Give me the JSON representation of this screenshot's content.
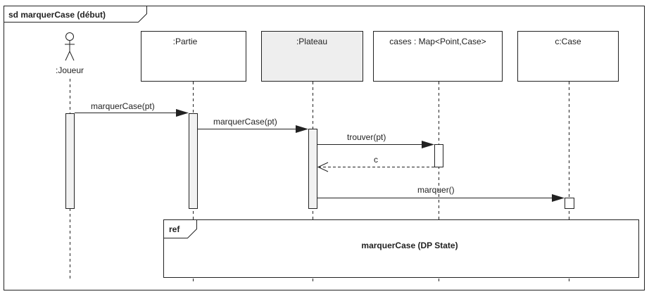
{
  "frame": {
    "title": "sd marquerCase (début)"
  },
  "actor": {
    "name": ":Joueur"
  },
  "lifelines": {
    "partie": ":Partie",
    "plateau": ":Plateau",
    "cases": "cases : Map<Point,Case>",
    "case": "c:Case"
  },
  "messages": {
    "m1": "marquerCase(pt)",
    "m2": "marquerCase(pt)",
    "m3": "trouver(pt)",
    "m4": "c",
    "m5": "marquer()"
  },
  "ref": {
    "tag": "ref",
    "label": "marquerCase (DP State)"
  },
  "colors": {
    "stroke": "#222222",
    "highlight_box": "#eeeeee",
    "activation": "#f2f2f2"
  }
}
